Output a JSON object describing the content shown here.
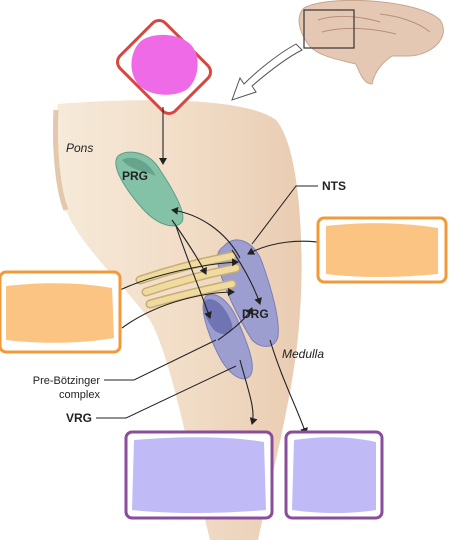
{
  "regions": {
    "pons": "Pons",
    "medulla": "Medulla"
  },
  "nuclei": {
    "prg": "PRG",
    "drg": "DRG"
  },
  "callouts": {
    "nts": "NTS",
    "pre_botzinger": [
      "Pre-Bötzinger",
      "complex"
    ],
    "vrg": "VRG"
  },
  "colors": {
    "tissue": "#f3e3d2",
    "tissue_shade": "#ead1b8",
    "prg": "#84c2a8",
    "nuclei_blue": "#9c9ed0",
    "nuclei_dark": "#6b6fae",
    "nerve": "#efdaa0",
    "box_red": "#d9453f",
    "box_magenta": "#ef6ae6",
    "box_orange": "#f29a3a",
    "box_orange_fill": "#fcc482",
    "box_purple": "#8b4c9c",
    "box_lavender": "#c0bbf6"
  }
}
